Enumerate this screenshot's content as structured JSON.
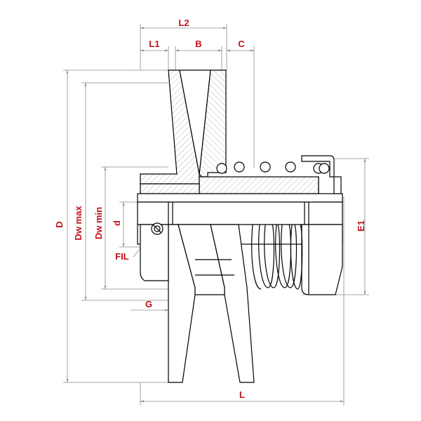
{
  "labels": {
    "L2": "L2",
    "L1": "L1",
    "B": "B",
    "C": "C",
    "D": "D",
    "Dw_max": "Dw max",
    "Dw_min": "Dw min",
    "d": "d",
    "FIL": "FIL",
    "G": "G",
    "E1": "E1",
    "L": "L"
  },
  "colors": {
    "label_red": "#c0111a",
    "outline": "#000000",
    "dim_line": "#8a8a8a"
  }
}
